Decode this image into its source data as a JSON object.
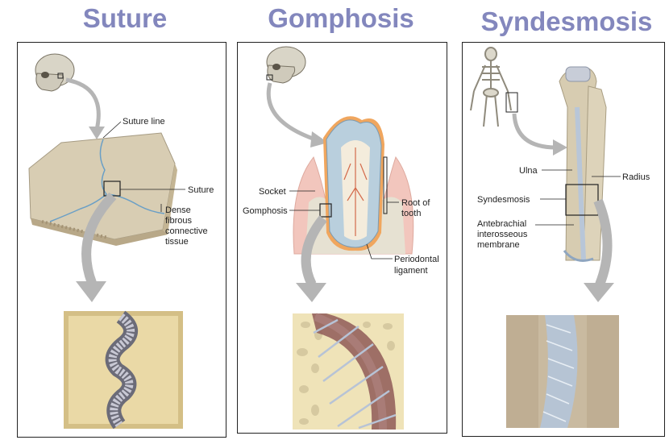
{
  "panels": [
    {
      "title": "Suture",
      "labels": {
        "suture_line": "Suture line",
        "suture": "Suture",
        "dense_1": "Dense",
        "dense_2": "fibrous",
        "dense_3": "connective",
        "dense_4": "tissue"
      }
    },
    {
      "title": "Gomphosis",
      "labels": {
        "socket": "Socket",
        "gomphosis": "Gomphosis",
        "root_1": "Root of",
        "root_2": "tooth",
        "perio_1": "Periodontal",
        "perio_2": "ligament"
      }
    },
    {
      "title": "Syndesmosis",
      "labels": {
        "ulna": "Ulna",
        "radius": "Radius",
        "syndesmosis": "Syndesmosis",
        "ante_1": "Antebrachial",
        "ante_2": "interosseous",
        "ante_3": "membrane"
      }
    }
  ]
}
